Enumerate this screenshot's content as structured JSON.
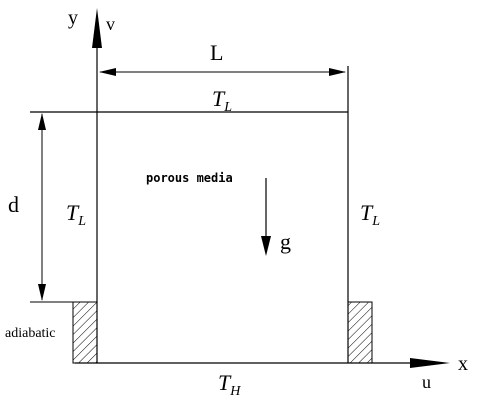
{
  "diagram": {
    "labels": {
      "y_axis": "y",
      "v_velocity": "v",
      "x_axis": "x",
      "u_velocity": "u",
      "width": "L",
      "height": "d",
      "gravity": "g",
      "medium": "porous media",
      "boundary_note": "adiabatic"
    },
    "temperatures": {
      "top": {
        "symbol": "T",
        "subscript": "L"
      },
      "left": {
        "symbol": "T",
        "subscript": "L"
      },
      "right": {
        "symbol": "T",
        "subscript": "L"
      },
      "bottom": {
        "symbol": "T",
        "subscript": "H"
      }
    },
    "colors": {
      "stroke": "#000000",
      "background": "#ffffff"
    }
  }
}
